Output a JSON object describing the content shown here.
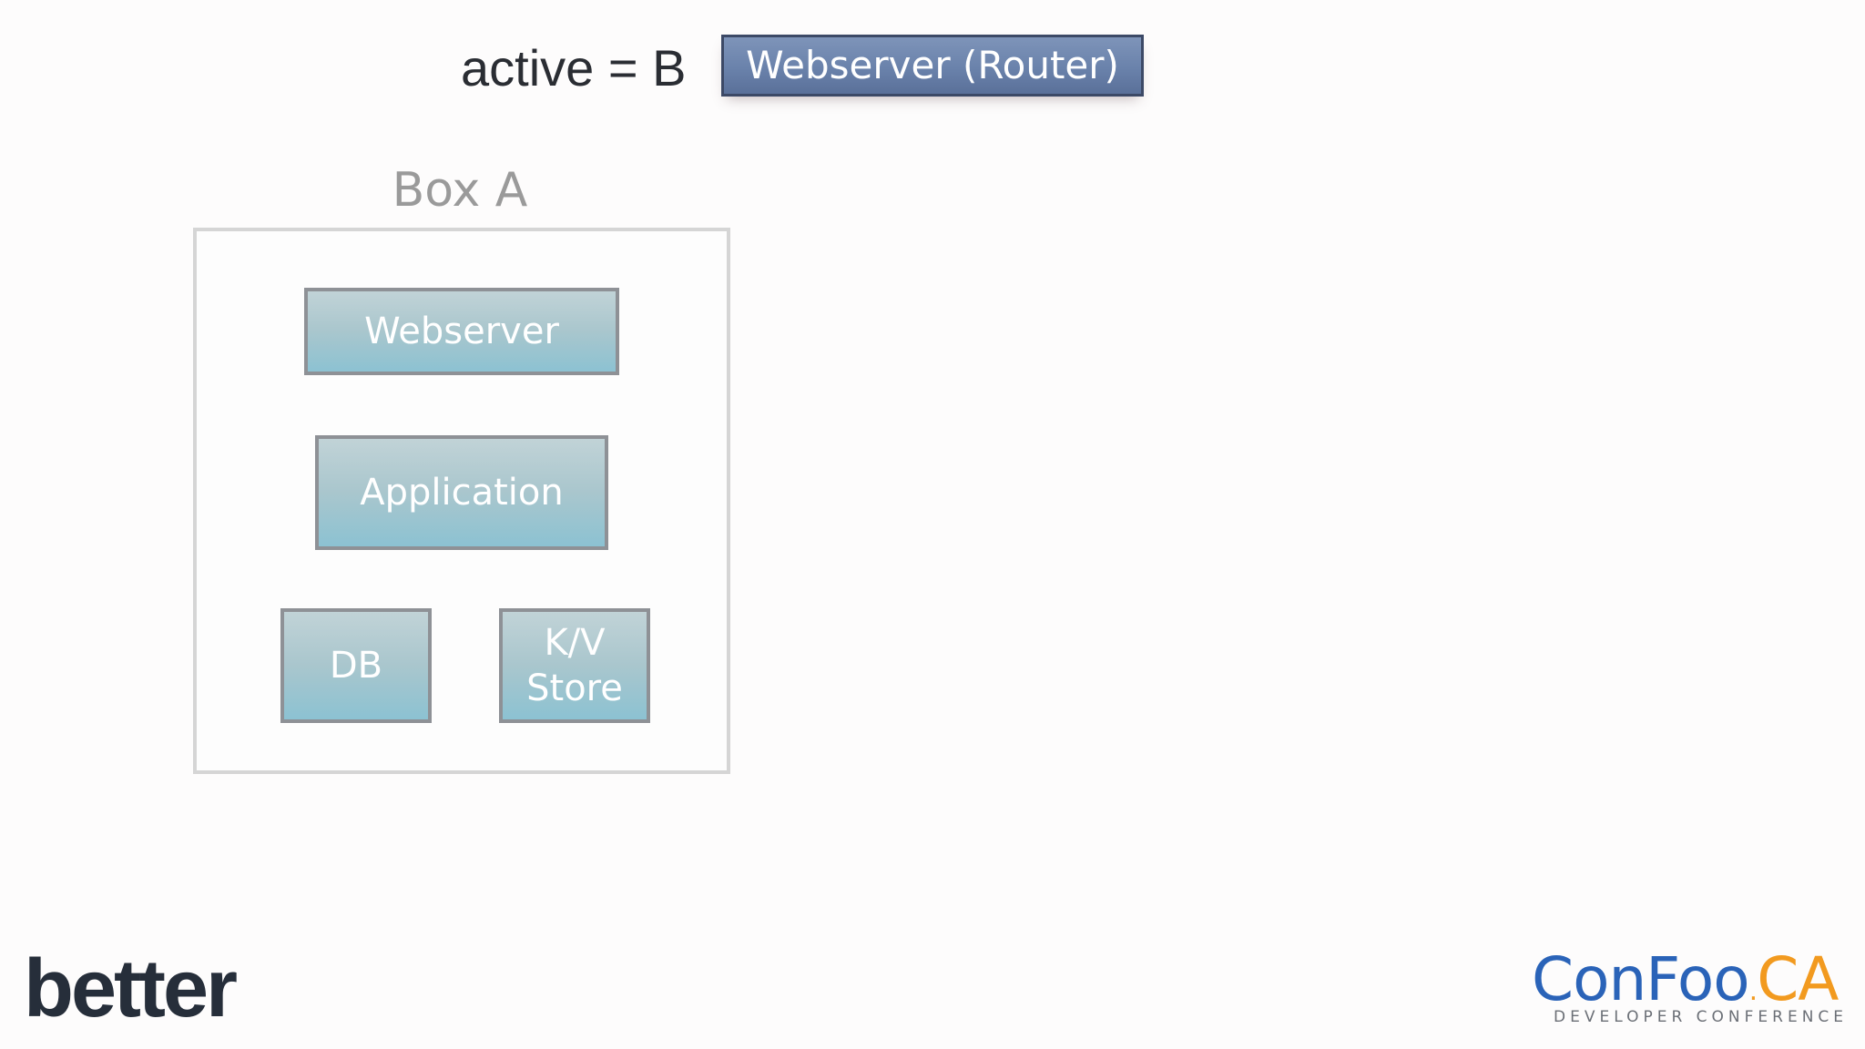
{
  "slide": {
    "active_label": "active = B",
    "router_label": "Webserver (Router)",
    "box_title": "Box A",
    "components": {
      "webserver": "Webserver",
      "application": "Application",
      "db": "DB",
      "kv_line1": "K/V",
      "kv_line2": "Store"
    }
  },
  "branding": {
    "left_logo": "better",
    "right_logo_word": "ConFoo",
    "right_logo_dot": ".",
    "right_logo_tld": "CA",
    "right_logo_tagline": "DEVELOPER CONFERENCE"
  },
  "colors": {
    "router_fill": "#6a82ab",
    "component_fill": "#a9c6cd",
    "box_border": "#d5d5d5",
    "confoo_blue": "#2a63b8",
    "confoo_orange": "#f29a1f"
  }
}
